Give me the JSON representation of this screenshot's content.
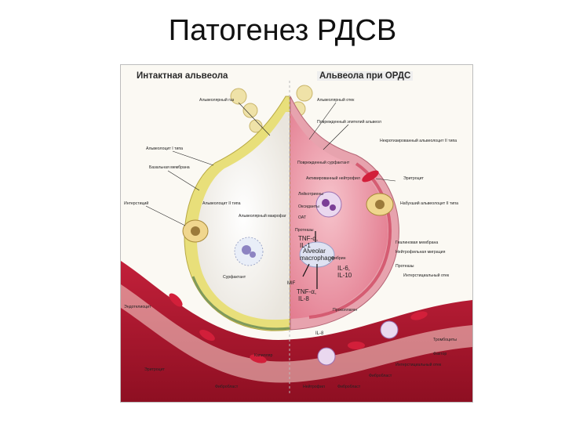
{
  "title": "Патогенез РДСВ",
  "panels": {
    "left": "Интактная альвеола",
    "right": "Альвеола при ОРДС"
  },
  "left_labels": [
    "Альвеолярный газ",
    "Альвеолоцит I типа",
    "Базальная мембрана",
    "Интерстиций",
    "Альвеолоцит II типа",
    "Альвеолярный макрофаг",
    "Сурфактант",
    "Эндотелиоцит",
    "Капилляр",
    "Эритроцит",
    "Фибробласт"
  ],
  "right_labels": [
    "Альвеолярный отек",
    "Поврежденный эпителий альвеол",
    "Некротизированный альвеолоцит II типа",
    "Поврежденный сурфактант",
    "Эритроцит",
    "Активированный нейтрофил",
    "Лейкотриены",
    "Оксиданты",
    "ОАТ",
    "Протеазы",
    "Фибрин",
    "Набухший альвеолоцит II типа",
    "Гиалиновая мембрана",
    "Нейтрофильная миграция",
    "Протеазы",
    "Интерстициальный отек",
    "Проколлаген",
    "Тромбоциты",
    "Фибробласт",
    "Нейтрофил",
    "Фибробласт",
    "Интерстициальный отек",
    "Фактор"
  ],
  "mediators": {
    "tnf1": "TNF-α,",
    "il1": "IL-1",
    "macro1": "Alveolar",
    "macro2": "macrophage",
    "il6": "IL-6,",
    "il10": "IL-10",
    "mif": "MIF",
    "tnf2": "TNF-α,",
    "il8": "IL-8",
    "il8b": "IL-8"
  },
  "colors": {
    "alveolus_left": "#f4f1ec",
    "alveolus_right": "#ef9aa8",
    "membrane_yellow": "#e8df7a",
    "membrane_green": "#9db27a",
    "vessel": "#b5142c",
    "rbc": "#d21f3a",
    "plasma": "#f3c9c4"
  }
}
